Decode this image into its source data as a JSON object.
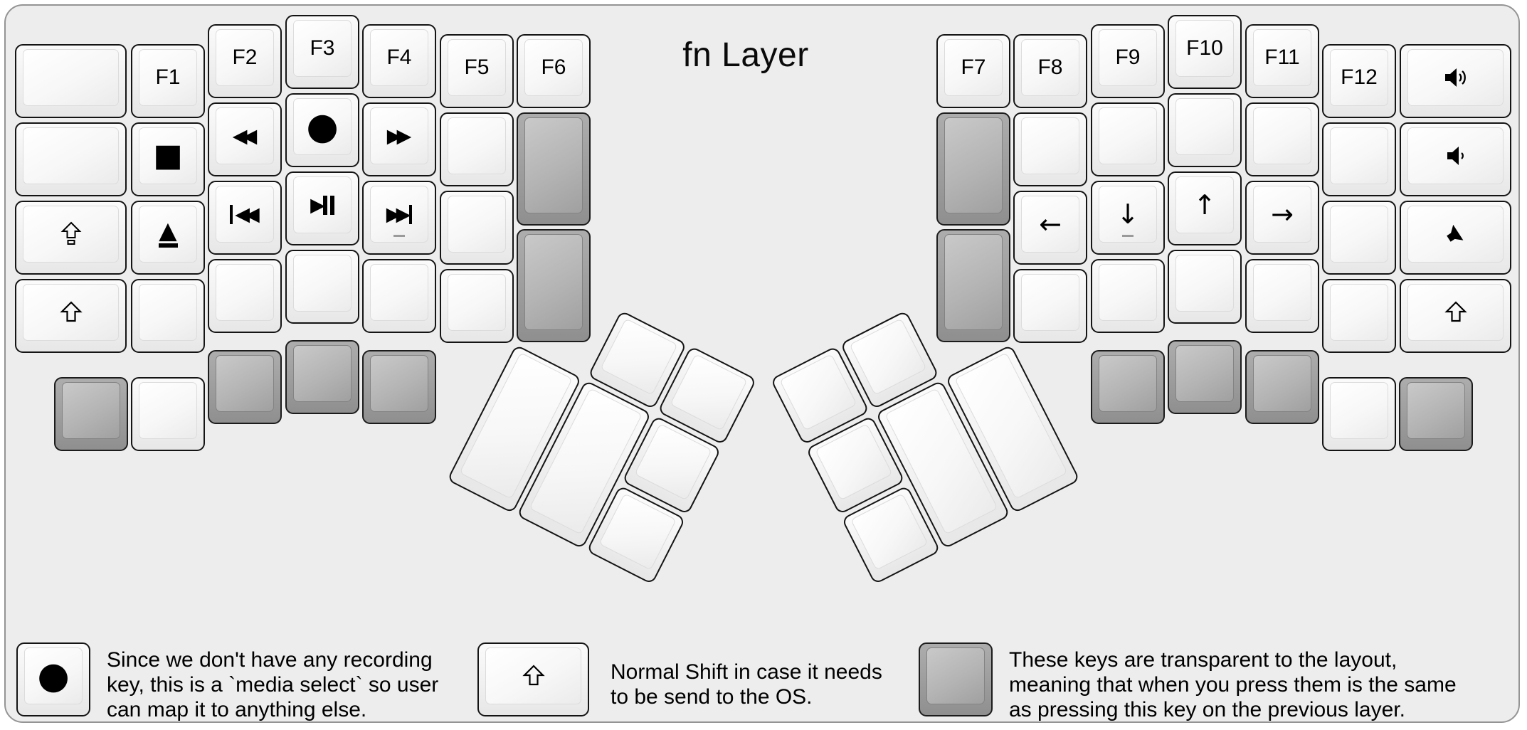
{
  "title": "fn Layer",
  "keys": {
    "f1": "F1",
    "f2": "F2",
    "f3": "F3",
    "f4": "F4",
    "f5": "F5",
    "f6": "F6",
    "f7": "F7",
    "f8": "F8",
    "f9": "F9",
    "f10": "F10",
    "f11": "F11",
    "f12": "F12",
    "stop": "■",
    "record": "●",
    "eject_triangle": "▲",
    "rewind": "◀◀",
    "fast_forward": "▶▶",
    "prev_triangles": "◀◀",
    "next_triangles": "▶▶",
    "play_triangle": "▶",
    "arrow_left": "←",
    "arrow_down": "↓",
    "arrow_up": "↑",
    "arrow_right": "→"
  },
  "colors": {
    "board_bg": "#ededed",
    "key_white": "#f7f7f7",
    "key_grey": "#a5a5a5",
    "label": "#000000"
  },
  "legend": [
    {
      "lines": [
        "Since we don't have any recording",
        "key, this is a `media select` so user",
        "can map it to anything else."
      ]
    },
    {
      "lines": [
        "Normal Shift in case it needs",
        "to be send to the OS."
      ]
    },
    {
      "lines": [
        "These keys are transparent to the layout,",
        "meaning that when you press them is the same",
        "as pressing this key on the previous layer."
      ]
    }
  ]
}
